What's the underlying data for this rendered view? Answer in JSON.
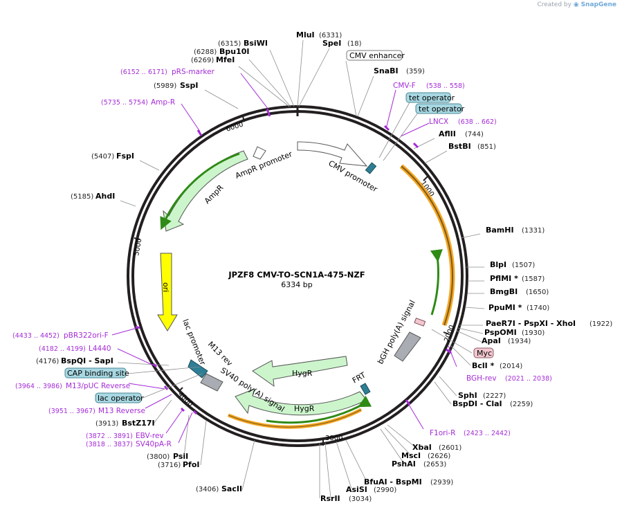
{
  "credit": {
    "prefix": "Created by",
    "brand": "SnapGene"
  },
  "plasmid": {
    "name": "JPZF8 CMV-TO-SCN1A-475-NZF",
    "length": "6334 bp"
  },
  "ticks": [
    "1000",
    "2000",
    "3000",
    "4000",
    "5000",
    "6000"
  ],
  "enzymes": [
    {
      "name": "MluI",
      "pos": "(6331)"
    },
    {
      "name": "SpeI",
      "pos": "(18)"
    },
    {
      "name": "BsiWI",
      "pos": "(6315)"
    },
    {
      "name": "Bpu10I",
      "pos": "(6288)"
    },
    {
      "name": "MfeI",
      "pos": "(6269)"
    },
    {
      "name": "SnaBI",
      "pos": "(359)"
    },
    {
      "name": "SspI",
      "pos": "(5989)"
    },
    {
      "name": "AflII",
      "pos": "(744)"
    },
    {
      "name": "BstBI",
      "pos": "(851)"
    },
    {
      "name": "FspI",
      "pos": "(5407)"
    },
    {
      "name": "AhdI",
      "pos": "(5185)"
    },
    {
      "name": "BamHI",
      "pos": "(1331)"
    },
    {
      "name": "BlpI",
      "pos": "(1507)"
    },
    {
      "name": "PflMI *",
      "pos": "(1587)"
    },
    {
      "name": "BmgBI",
      "pos": "(1650)"
    },
    {
      "name": "PpuMI *",
      "pos": "(1740)"
    },
    {
      "name": "PaeR7I - PspXI - XhoI",
      "pos": "(1922)"
    },
    {
      "name": "PspOMI",
      "pos": "(1930)"
    },
    {
      "name": "ApaI",
      "pos": "(1934)"
    },
    {
      "name": "BclI *",
      "pos": "(2014)"
    },
    {
      "name": "SphI",
      "pos": "(2227)"
    },
    {
      "name": "BspDI - ClaI",
      "pos": "(2259)"
    },
    {
      "name": "XbaI",
      "pos": "(2601)"
    },
    {
      "name": "MscI",
      "pos": "(2626)"
    },
    {
      "name": "PshAI",
      "pos": "(2653)"
    },
    {
      "name": "BfuAI - BspMI",
      "pos": "(2939)"
    },
    {
      "name": "AsiSI",
      "pos": "(2990)"
    },
    {
      "name": "RsrII",
      "pos": "(3034)"
    },
    {
      "name": "BspQI - SapI",
      "pos": "(4176)"
    },
    {
      "name": "BstZ17I",
      "pos": "(3913)"
    },
    {
      "name": "PsiI",
      "pos": "(3800)"
    },
    {
      "name": "PfoI",
      "pos": "(3716)"
    },
    {
      "name": "SacII",
      "pos": "(3406)"
    }
  ],
  "primers": [
    {
      "name": "pRS-marker",
      "pos": "(6152 .. 6171)"
    },
    {
      "name": "Amp-R",
      "pos": "(5735 .. 5754)"
    },
    {
      "name": "CMV-F",
      "pos": "(538 .. 558)"
    },
    {
      "name": "LNCX",
      "pos": "(638 .. 662)"
    },
    {
      "name": "BGH-rev",
      "pos": "(2021 .. 2038)"
    },
    {
      "name": "F1ori-R",
      "pos": "(2423 .. 2442)"
    },
    {
      "name": "pBR322ori-F",
      "pos": "(4433 .. 4452)"
    },
    {
      "name": "L4440",
      "pos": "(4182 .. 4199)"
    },
    {
      "name": "M13/pUC Reverse",
      "pos": "(3964 .. 3986)"
    },
    {
      "name": "M13 Reverse",
      "pos": "(3951 .. 3967)"
    },
    {
      "name": "EBV-rev",
      "pos": "(3872 .. 3891)"
    },
    {
      "name": "SV40pA-R",
      "pos": "(3818 .. 3837)"
    }
  ],
  "boxes": {
    "cmv_enhancer": "CMV enhancer",
    "tet_operator_1": "tet operator",
    "tet_operator_2": "tet operator",
    "myc": "Myc",
    "cap_binding_site": "CAP binding site",
    "lac_operator": "lac operator"
  },
  "features": {
    "cmv_promoter": "CMV promoter",
    "ampr_promoter": "AmpR promoter",
    "ampr": "AmpR",
    "ori": "ori",
    "lac_promoter": "lac promoter",
    "m13_rev": "M13 rev",
    "sv40": "SV40 poly(A) signal",
    "bgh": "bGH poly(A) signal",
    "hygr1": "HygR",
    "hygr2": "HygR",
    "frt": "FRT"
  },
  "colors": {
    "backbone": "#231f20",
    "enzyme_line": "#8c8c8c",
    "primer": "#a42bd6",
    "ampr_fill": "#ccf5cc",
    "ori_fill": "#ffff00",
    "orf_outline": "#f5a623",
    "orf_line": "#2f8a16",
    "operator_fill": "#a8d8e2",
    "myc_fill": "#f2c7d0",
    "grey_feature": "#a9adb3",
    "teal_feature": "#2e7f95"
  }
}
